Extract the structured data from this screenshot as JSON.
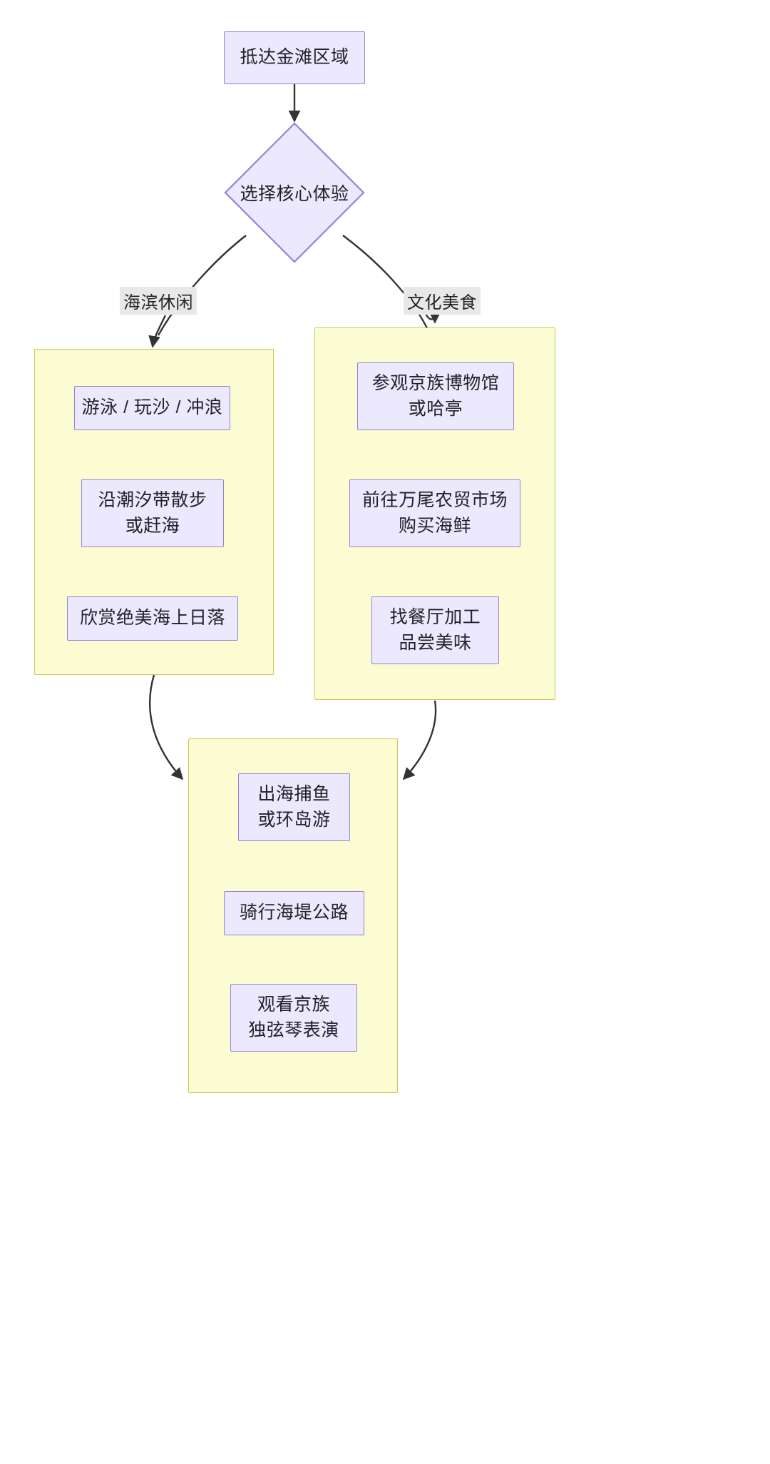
{
  "diagram": {
    "type": "flowchart",
    "title": "",
    "direction": "top-down",
    "palette": {
      "node_fill": "#ece8fd",
      "node_stroke": "#9a7fd4",
      "cluster_fill": "#fcfcd2",
      "cluster_stroke": "#c9ca54",
      "edge_stroke": "#333333",
      "edge_label_bg": "#e8e8e8",
      "text": "#1f2329",
      "background": "#ffffff"
    },
    "nodes": {
      "start": {
        "id": "start",
        "shape": "rect",
        "text": "抵达金滩区域"
      },
      "decision": {
        "id": "decision",
        "shape": "diamond",
        "text": "选择核心体验"
      },
      "beach_1": {
        "id": "beach_1",
        "shape": "rect",
        "line1": "游泳 / 玩沙 / 冲浪",
        "line2": ""
      },
      "beach_2": {
        "id": "beach_2",
        "shape": "rect",
        "line1": "沿潮汐带散步",
        "line2": "或赶海"
      },
      "beach_3": {
        "id": "beach_3",
        "shape": "rect",
        "line1": "欣赏绝美海上日落",
        "line2": ""
      },
      "culture_1": {
        "id": "culture_1",
        "shape": "rect",
        "line1": "参观京族博物馆",
        "line2": "或哈亭"
      },
      "culture_2": {
        "id": "culture_2",
        "shape": "rect",
        "line1": "前往万尾农贸市场",
        "line2": "购买海鲜"
      },
      "culture_3": {
        "id": "culture_3",
        "shape": "rect",
        "line1": "找餐厅加工",
        "line2": "品尝美味"
      },
      "extra_1": {
        "id": "extra_1",
        "shape": "rect",
        "line1": "出海捕鱼",
        "line2": "或环岛游"
      },
      "extra_2": {
        "id": "extra_2",
        "shape": "rect",
        "line1": "骑行海堤公路",
        "line2": ""
      },
      "extra_3": {
        "id": "extra_3",
        "shape": "rect",
        "line1": "观看京族",
        "line2": "独弦琴表演"
      }
    },
    "clusters": [
      {
        "id": "cluster-beach",
        "label": "",
        "members": [
          "beach_1",
          "beach_2",
          "beach_3"
        ]
      },
      {
        "id": "cluster-culture",
        "label": "",
        "members": [
          "culture_1",
          "culture_2",
          "culture_3"
        ]
      },
      {
        "id": "cluster-extra",
        "label": "",
        "members": [
          "extra_1",
          "extra_2",
          "extra_3"
        ]
      }
    ],
    "edges": [
      {
        "id": "edge-start-decision",
        "from": "start",
        "to": "decision",
        "label": "",
        "arrow": true
      },
      {
        "id": "edge-decision-beach",
        "from": "decision",
        "to": "cluster-beach",
        "label": "海滨休闲",
        "arrow": true
      },
      {
        "id": "edge-decision-culture",
        "from": "decision",
        "to": "cluster-culture",
        "label": "文化美食",
        "arrow": true
      },
      {
        "id": "edge-beach-extra",
        "from": "cluster-beach",
        "to": "cluster-extra",
        "label": "",
        "arrow": true
      },
      {
        "id": "edge-culture-extra",
        "from": "cluster-culture",
        "to": "cluster-extra",
        "label": "",
        "arrow": true
      }
    ]
  }
}
